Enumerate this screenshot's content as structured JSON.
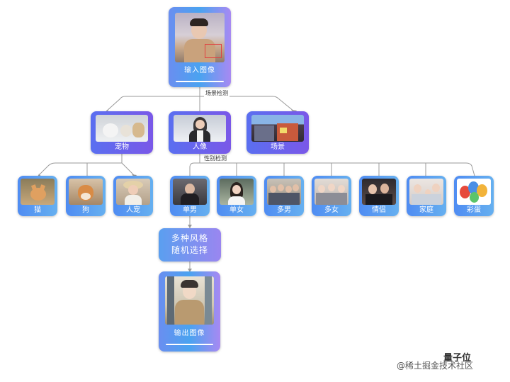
{
  "input": {
    "label": "输入图像"
  },
  "scene_detect_label": "场景检测",
  "categories": [
    {
      "label": "宠物"
    },
    {
      "label": "人像"
    },
    {
      "label": "场景"
    }
  ],
  "gender_detect_label": "性别检测",
  "pet_leaves": [
    {
      "label": "猫"
    },
    {
      "label": "狗"
    },
    {
      "label": "人宠"
    }
  ],
  "people_leaves": [
    {
      "label": "单男"
    },
    {
      "label": "单女"
    },
    {
      "label": "多男"
    },
    {
      "label": "多女"
    },
    {
      "label": "情侣"
    },
    {
      "label": "家庭"
    },
    {
      "label": "彩蛋"
    }
  ],
  "style": {
    "line1": "多种风格",
    "line2": "随机选择"
  },
  "output": {
    "label": "输出图像"
  },
  "watermark": {
    "brand": "量子位",
    "site": "@稀土掘金技术社区"
  }
}
